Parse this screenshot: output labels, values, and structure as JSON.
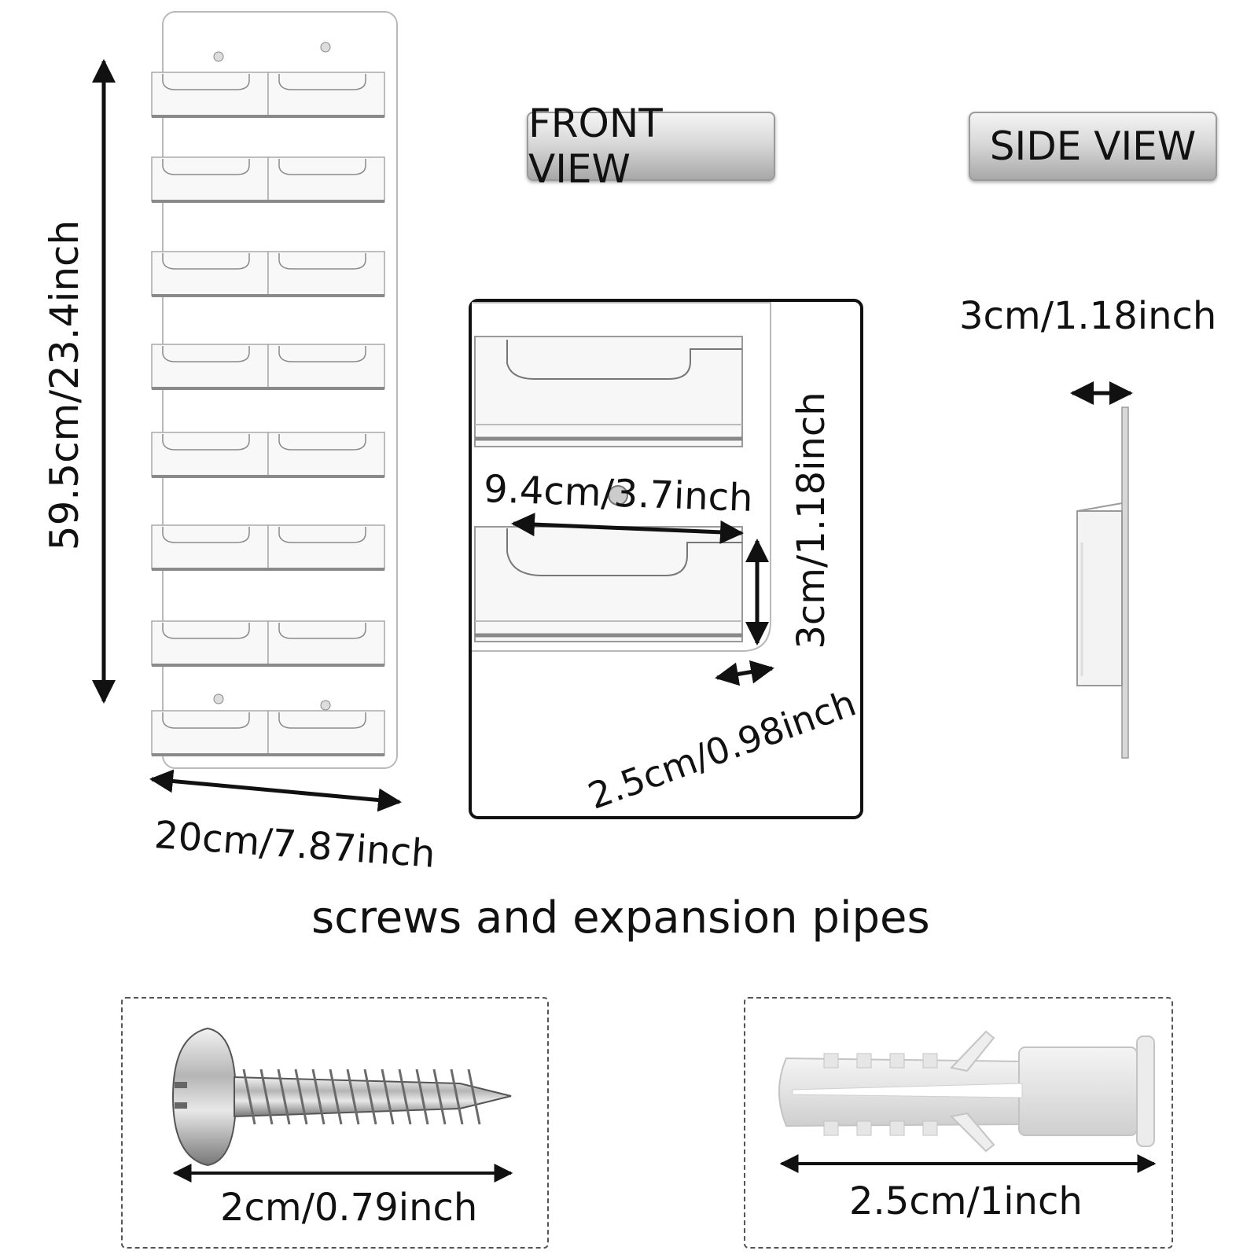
{
  "dimensions": {
    "height": "59.5cm/23.4inch",
    "width": "20cm/7.87inch",
    "pocket_width": "9.4cm/3.7inch",
    "pocket_height": "3cm/1.18inch",
    "pocket_depth": "2.5cm/0.98inch",
    "side_depth": "3cm/1.18inch"
  },
  "views": {
    "front": "FRONT VIEW",
    "side": "SIDE VIEW"
  },
  "accessories": {
    "heading": "screws and expansion pipes",
    "screw_length": "2cm/0.79inch",
    "anchor_length": "2.5cm/1inch"
  },
  "product": {
    "rows": 8,
    "pockets_per_row": 2
  },
  "colors": {
    "acrylic_edge": "#b9b9b9",
    "arrow": "#111111",
    "badge_border": "#9a9a9a"
  }
}
